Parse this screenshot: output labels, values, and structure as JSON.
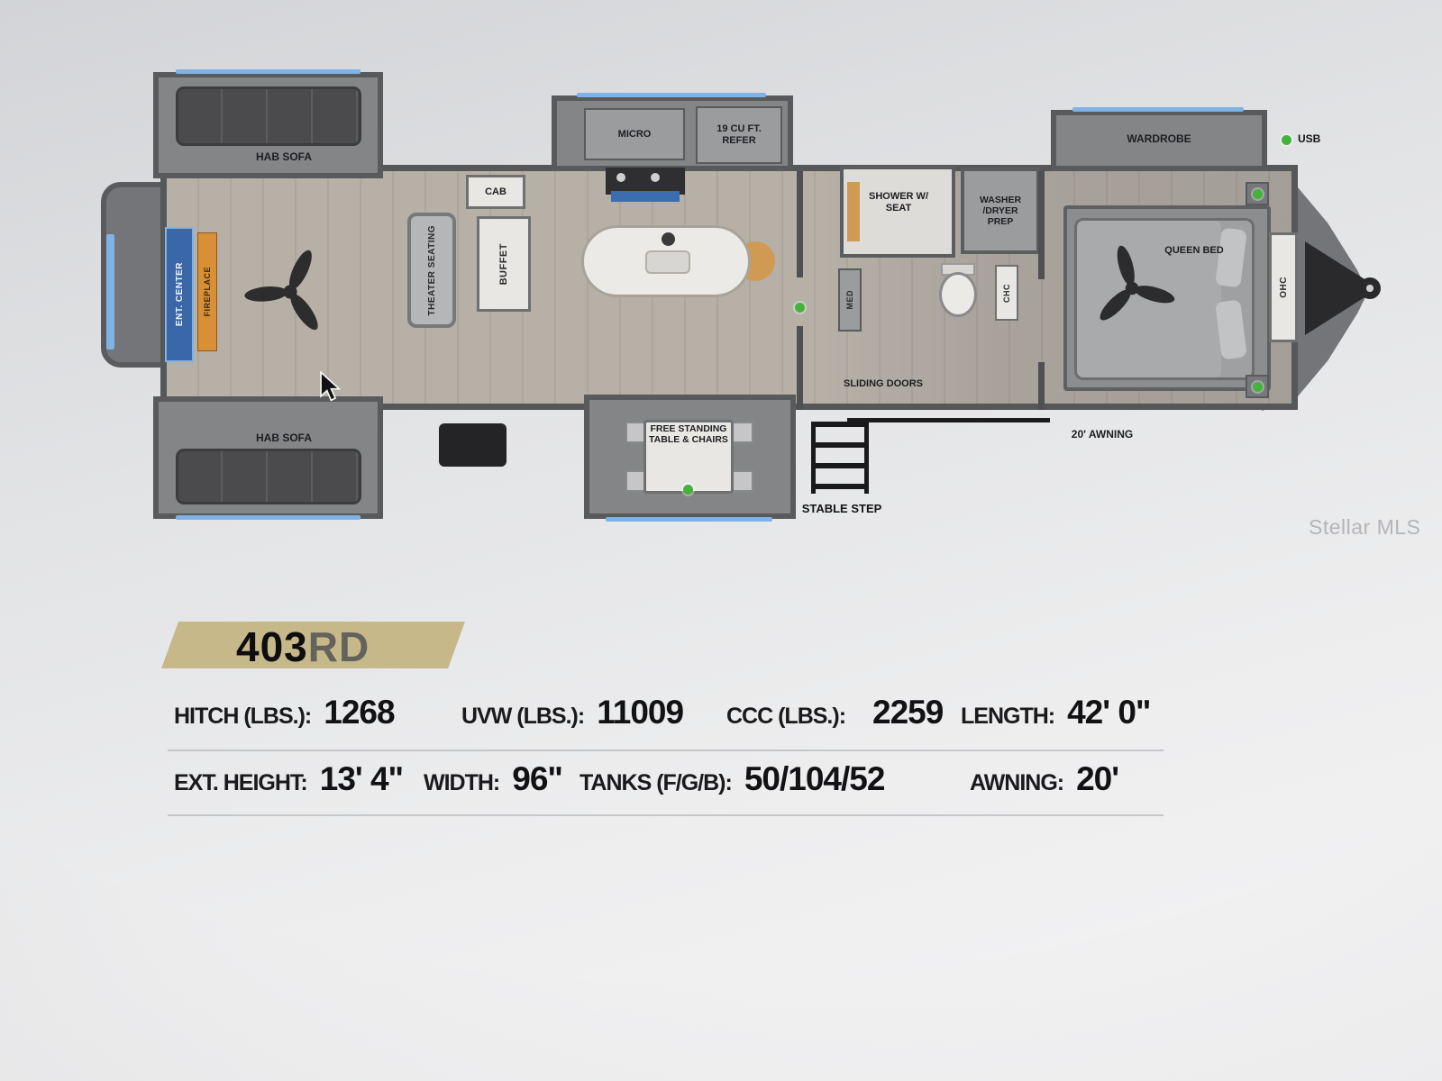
{
  "plan": {
    "hab_sofa_top": "HAB SOFA",
    "hab_sofa_bottom": "HAB SOFA",
    "ent_center": "ENT. CENTER",
    "fireplace": "FIREPLACE",
    "theater_seating": "THEATER SEATING",
    "cab": "CAB",
    "buffet": "BUFFET",
    "micro": "MICRO",
    "refer": "19 CU FT. REFER",
    "dinette": "FREE STANDING TABLE & CHAIRS",
    "sliding_doors": "SLIDING DOORS",
    "stable_step": "STABLE STEP",
    "awning": "20' AWNING",
    "shower": "SHOWER W/ SEAT",
    "washer_dryer": "WASHER /DRYER PREP",
    "med": "MED",
    "chc": "CHC",
    "wardrobe": "WARDROBE",
    "queen_bed": "QUEEN BED",
    "ohc": "OHC",
    "usb": "USB"
  },
  "model": {
    "number": "403",
    "suffix": "RD"
  },
  "specs": {
    "rows": [
      [
        {
          "label": "HITCH (LBS.):",
          "value": "1268"
        },
        {
          "label": "UVW (LBS.):",
          "value": "11009"
        },
        {
          "label": "CCC (LBS.):",
          "value": "2259"
        },
        {
          "label": "LENGTH:",
          "value": "42' 0\""
        }
      ],
      [
        {
          "label": "EXT. HEIGHT:",
          "value": "13' 4\""
        },
        {
          "label": "WIDTH:",
          "value": "96\""
        },
        {
          "label": "TANKS (F/G/B):",
          "value": "50/104/52"
        },
        {
          "label": "AWNING:",
          "value": "20'"
        }
      ]
    ]
  },
  "watermark": "Stellar MLS"
}
